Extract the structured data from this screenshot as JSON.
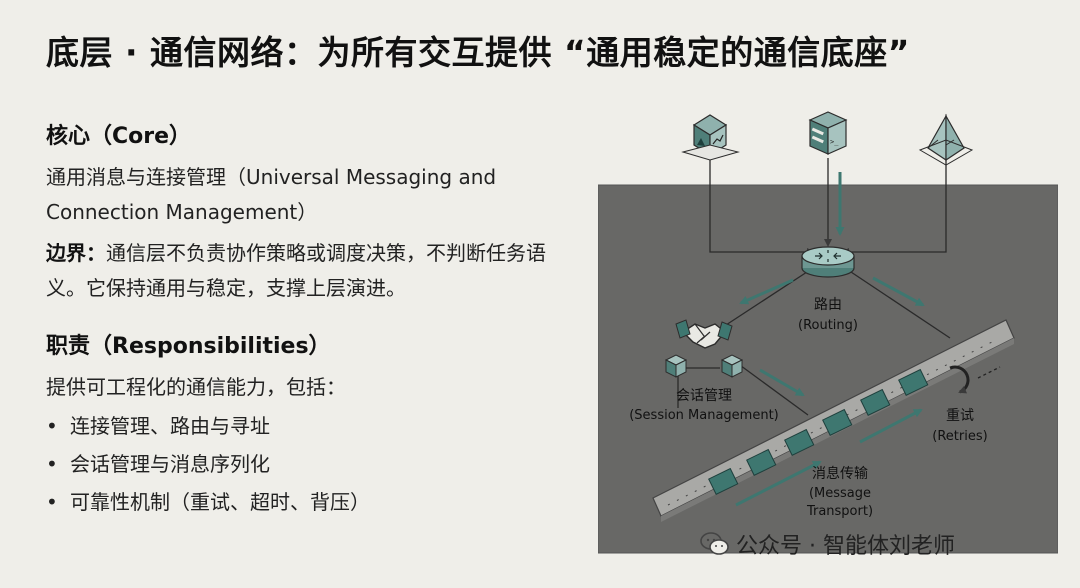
{
  "slide": {
    "title": "底层 · 通信网络：为所有交互提供 “通用稳定的通信底座”"
  },
  "core": {
    "heading": "核心（Core）",
    "text": "通用消息与连接管理（Universal Messaging and Connection Management）"
  },
  "boundary": {
    "label": "边界：",
    "text": "通信层不负责协作策略或调度决策，不判断任务语义。它保持通用与稳定，支撑上层演进。"
  },
  "responsibilities": {
    "heading": "职责（Responsibilities）",
    "intro": "提供可工程化的通信能力，包括：",
    "items": [
      "连接管理、路由与寻址",
      "会话管理与消息序列化",
      "可靠性机制（重试、超时、背压）"
    ]
  },
  "diagram": {
    "routing_cn": "路由",
    "routing_en": "(Routing)",
    "session_cn": "会话管理",
    "session_en": "(Session Management)",
    "retries_cn": "重试",
    "retries_en": "(Retries)",
    "transport_cn": "消息传输",
    "transport_en_1": "(Message",
    "transport_en_2": "Transport)",
    "terminal_prompt": ">_",
    "colors": {
      "panel": "#686866",
      "teal": "#3e7770",
      "line": "#2a2a2a",
      "router": "#8cb8b2"
    }
  },
  "watermark": {
    "text": "公众号 · 智能体刘老师"
  }
}
